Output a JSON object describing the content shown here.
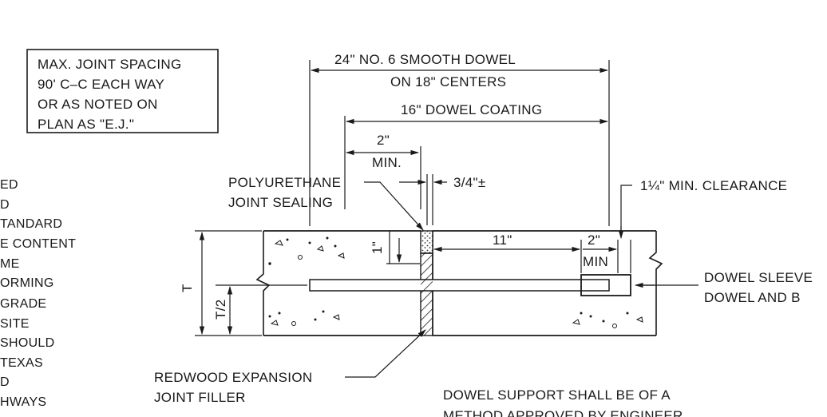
{
  "note_box": {
    "lines": [
      "MAX. JOINT SPACING",
      "90' C–C EACH WAY",
      "OR AS NOTED ON",
      "PLAN AS \"E.J.\""
    ]
  },
  "left_text": [
    "ED",
    "D",
    "TANDARD",
    "E CONTENT",
    "ME",
    "ORMING",
    "GRADE",
    "SITE",
    "SHOULD",
    " TEXAS",
    "D",
    "HWAYS"
  ],
  "dims": {
    "dowel": [
      "24\" NO. 6 SMOOTH DOWEL",
      "ON 18\" CENTERS"
    ],
    "coating": "16\" DOWEL COATING",
    "two_min": [
      "2\"",
      "MIN."
    ],
    "gap": "3/4\"±",
    "clearance": "1¼\" MIN. CLEARANCE",
    "eleven": "11\"",
    "sleeve_two": "2\"",
    "sleeve_min": "MIN",
    "one_inch": "1\"",
    "thickness": "T",
    "half_thickness": "T/2"
  },
  "labels": {
    "sealant": [
      "POLYURETHANE",
      "JOINT SEALING"
    ],
    "sleeve": [
      "DOWEL SLEEVE",
      "DOWEL AND B"
    ],
    "filler": [
      "REDWOOD EXPANSION",
      "JOINT FILLER"
    ],
    "support": [
      "DOWEL SUPPORT SHALL BE OF A",
      "METHOD APPROVED BY ENGINEER"
    ]
  }
}
